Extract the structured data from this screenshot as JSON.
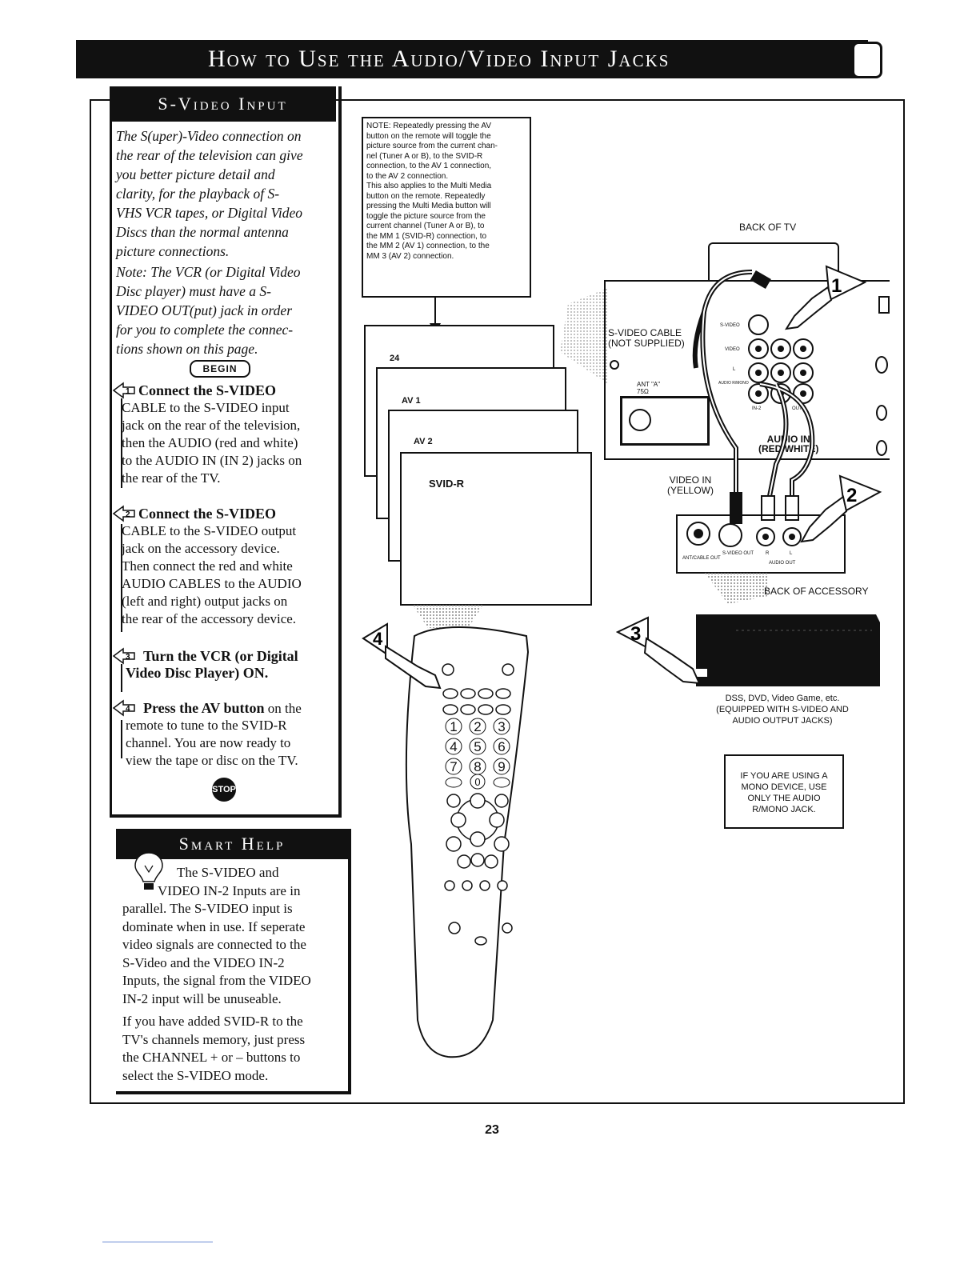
{
  "header": {
    "title": "How to Use the Audio/Video Input Jacks"
  },
  "svideo_section": {
    "heading": "S-Video Input",
    "intro_lines": [
      "The S(uper)-Video connection on",
      "the rear of the television can give",
      "you better picture detail and",
      "clarity, for the playback of S-",
      "VHS VCR tapes, or Digital Video",
      "Discs than the normal antenna",
      "picture connections."
    ],
    "note_lines": [
      "Note: The VCR (or Digital Video",
      "Disc player) must have a S-",
      "VIDEO OUT(put) jack in order",
      "for you to complete the connec-",
      "tions shown on this page."
    ],
    "begin_label": "BEGIN",
    "stop_label": "STOP",
    "steps": [
      {
        "number": "1",
        "title": "Connect the S-VIDEO",
        "lines": [
          "CABLE to the S-VIDEO input",
          "jack on the rear of the television,",
          "then the AUDIO (red and white)",
          "to the AUDIO IN (IN 2) jacks on",
          "the rear of the TV."
        ]
      },
      {
        "number": "2",
        "title": "Connect the S-VIDEO",
        "lines": [
          "CABLE to the S-VIDEO output",
          "jack on the accessory device.",
          "Then connect the red and white",
          "AUDIO CABLES to the AUDIO",
          "(left and right) output jacks on",
          "the rear of the accessory device."
        ]
      },
      {
        "number": "3",
        "title": "Turn the VCR (or Digital",
        "lines": [
          "Video Disc Player) ON."
        ]
      },
      {
        "number": "4",
        "title": "Press the AV button",
        "title_suffix": " on the",
        "lines": [
          "remote to tune to the SVID-R",
          "channel. You are now ready to",
          "view the tape or disc on the TV."
        ]
      }
    ]
  },
  "smart_help": {
    "heading": "Smart Help",
    "lines": [
      "The S-VIDEO and",
      "VIDEO IN-2 Inputs are in",
      "parallel. The S-VIDEO input is",
      "dominate when in use. If seperate",
      "video signals are connected to the",
      "S-Video and the VIDEO IN-2",
      "Inputs, the signal from the VIDEO",
      "IN-2 input will be unuseable."
    ],
    "lines2": [
      "If you have added SVID-R to the",
      "TV's channels memory, just press",
      "the CHANNEL + or – buttons to",
      "select the S-VIDEO mode."
    ]
  },
  "note_box": {
    "lines": [
      "NOTE: Repeatedly pressing the AV",
      "button on the remote will toggle the",
      "picture source from the current chan-",
      "nel (Tuner A or B), to the SVID-R",
      "connection, to the AV 1 connection,",
      "to the AV 2 connection.",
      "This also applies to the Multi Media",
      "button on the remote. Repeatedly",
      "pressing the Multi Media button will",
      "toggle the picture source from the",
      "current channel (Tuner A or B), to",
      "the MM 1 (SVID-R) connection, to",
      "the MM 2 (AV 1) connection, to the",
      "MM 3 (AV 2) connection."
    ]
  },
  "screens": [
    "24",
    "AV 1",
    "AV 2",
    "SVID-R"
  ],
  "diagram": {
    "back_of_tv": "BACK OF TV",
    "svideo_cable": "S-VIDEO CABLE",
    "not_supplied": "(NOT SUPPLIED)",
    "audio_in": "AUDIO IN",
    "red_white": "(RED/WHITE)",
    "video_in": "VIDEO IN",
    "yellow": "(YELLOW)",
    "back_of_accessory": "BACK OF ACCESSORY",
    "ant_label": "ANT \"A\"",
    "ohm_label": "75Ω",
    "svideo_jack": "S-VIDEO",
    "video_jack": "VIDEO",
    "l_jack": "L",
    "audio_mono": "AUDIO R/MONO",
    "in2": "IN-2",
    "out": "OUT",
    "acc_ant": "ANT/CABLE OUT",
    "acc_svideo": "S-VIDEO OUT",
    "acc_r": "R",
    "acc_l": "L",
    "acc_audio_out": "AUDIO OUT",
    "accessory_caption": [
      "DSS, DVD, Video Game, etc.",
      "(EQUIPPED WITH S-VIDEO AND",
      "AUDIO OUTPUT JACKS)"
    ],
    "mono_lines": [
      "IF YOU ARE USING A",
      "MONO DEVICE, USE",
      "ONLY THE AUDIO",
      "R/MONO JACK."
    ],
    "step_numbers": [
      "1",
      "2",
      "3",
      "4"
    ]
  },
  "remote": {
    "keypad": [
      "1",
      "2",
      "3",
      "4",
      "5",
      "6",
      "7",
      "8",
      "9",
      "0"
    ]
  },
  "page_number": "23"
}
